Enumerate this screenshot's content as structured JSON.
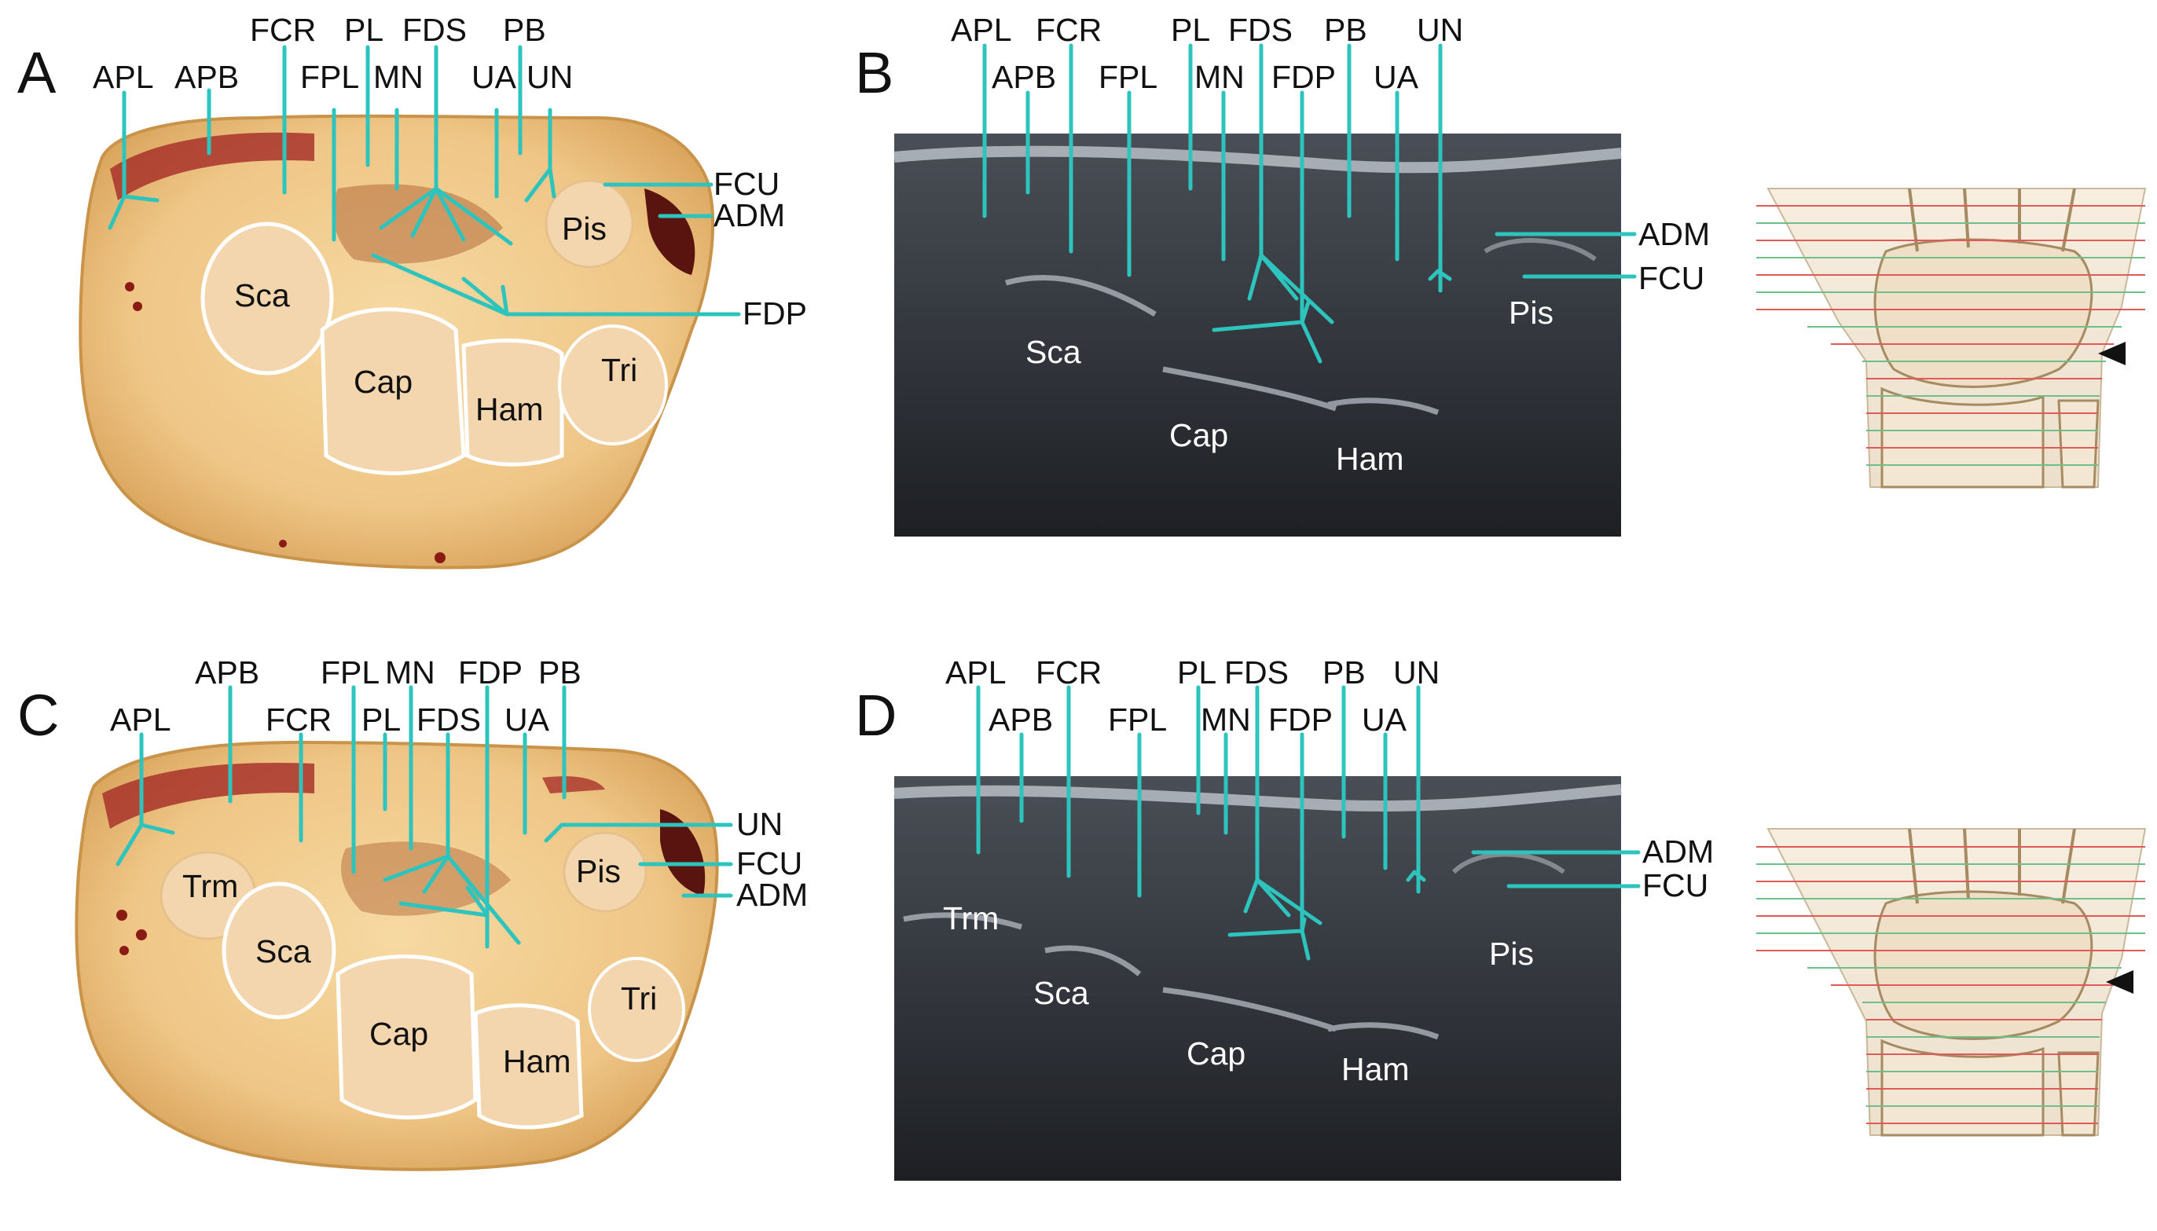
{
  "panels": {
    "a": {
      "letter": "A",
      "labels": {
        "apl": "APL",
        "apb": "APB",
        "fcr": "FCR",
        "fpl": "FPL",
        "pl": "PL",
        "mn": "MN",
        "fds": "FDS",
        "ua": "UA",
        "pb": "PB",
        "un": "UN",
        "fcu": "FCU",
        "adm": "ADM",
        "fdp": "FDP"
      },
      "bones": {
        "sca": "Sca",
        "cap": "Cap",
        "ham": "Ham",
        "tri": "Tri",
        "pis": "Pis"
      }
    },
    "b": {
      "letter": "B",
      "labels": {
        "apl": "APL",
        "apb": "APB",
        "fcr": "FCR",
        "fpl": "FPL",
        "pl": "PL",
        "mn": "MN",
        "fds": "FDS",
        "fdp": "FDP",
        "pb": "PB",
        "ua": "UA",
        "un": "UN",
        "adm": "ADM",
        "fcu": "FCU"
      },
      "bones": {
        "sca": "Sca",
        "cap": "Cap",
        "ham": "Ham",
        "pis": "Pis"
      }
    },
    "c": {
      "letter": "C",
      "labels": {
        "apb": "APB",
        "apl": "APL",
        "fcr": "FCR",
        "fpl": "FPL",
        "mn": "MN",
        "pl": "PL",
        "fds": "FDS",
        "fdp": "FDP",
        "pb": "PB",
        "ua": "UA",
        "un": "UN",
        "fcu": "FCU",
        "adm": "ADM"
      },
      "bones": {
        "trm": "Trm",
        "sca": "Sca",
        "cap": "Cap",
        "ham": "Ham",
        "tri": "Tri",
        "pis": "Pis"
      }
    },
    "d": {
      "letter": "D",
      "labels": {
        "apl": "APL",
        "apb": "APB",
        "fcr": "FCR",
        "fpl": "FPL",
        "pl": "PL",
        "mn": "MN",
        "fds": "FDS",
        "fdp": "FDP",
        "pb": "PB",
        "ua": "UA",
        "un": "UN",
        "adm": "ADM",
        "fcu": "FCU"
      },
      "bones": {
        "trm": "Trm",
        "sca": "Sca",
        "cap": "Cap",
        "ham": "Ham",
        "pis": "Pis"
      }
    }
  },
  "colors": {
    "leader": "#2ec4be",
    "specimen": "#f0c98a",
    "specimen_edge": "#d9a45c",
    "muscle": "#a8322a",
    "bone": "#f3d6ae",
    "ultrasound_bg": "#2b2e33",
    "skin_echo": "#b9bec6",
    "reference_line_red": "#e05a5a",
    "reference_line_green": "#6fbf8a",
    "arrow": "#111111"
  },
  "icons": {
    "level_indicator": "left-pointing-triangle-arrow"
  }
}
